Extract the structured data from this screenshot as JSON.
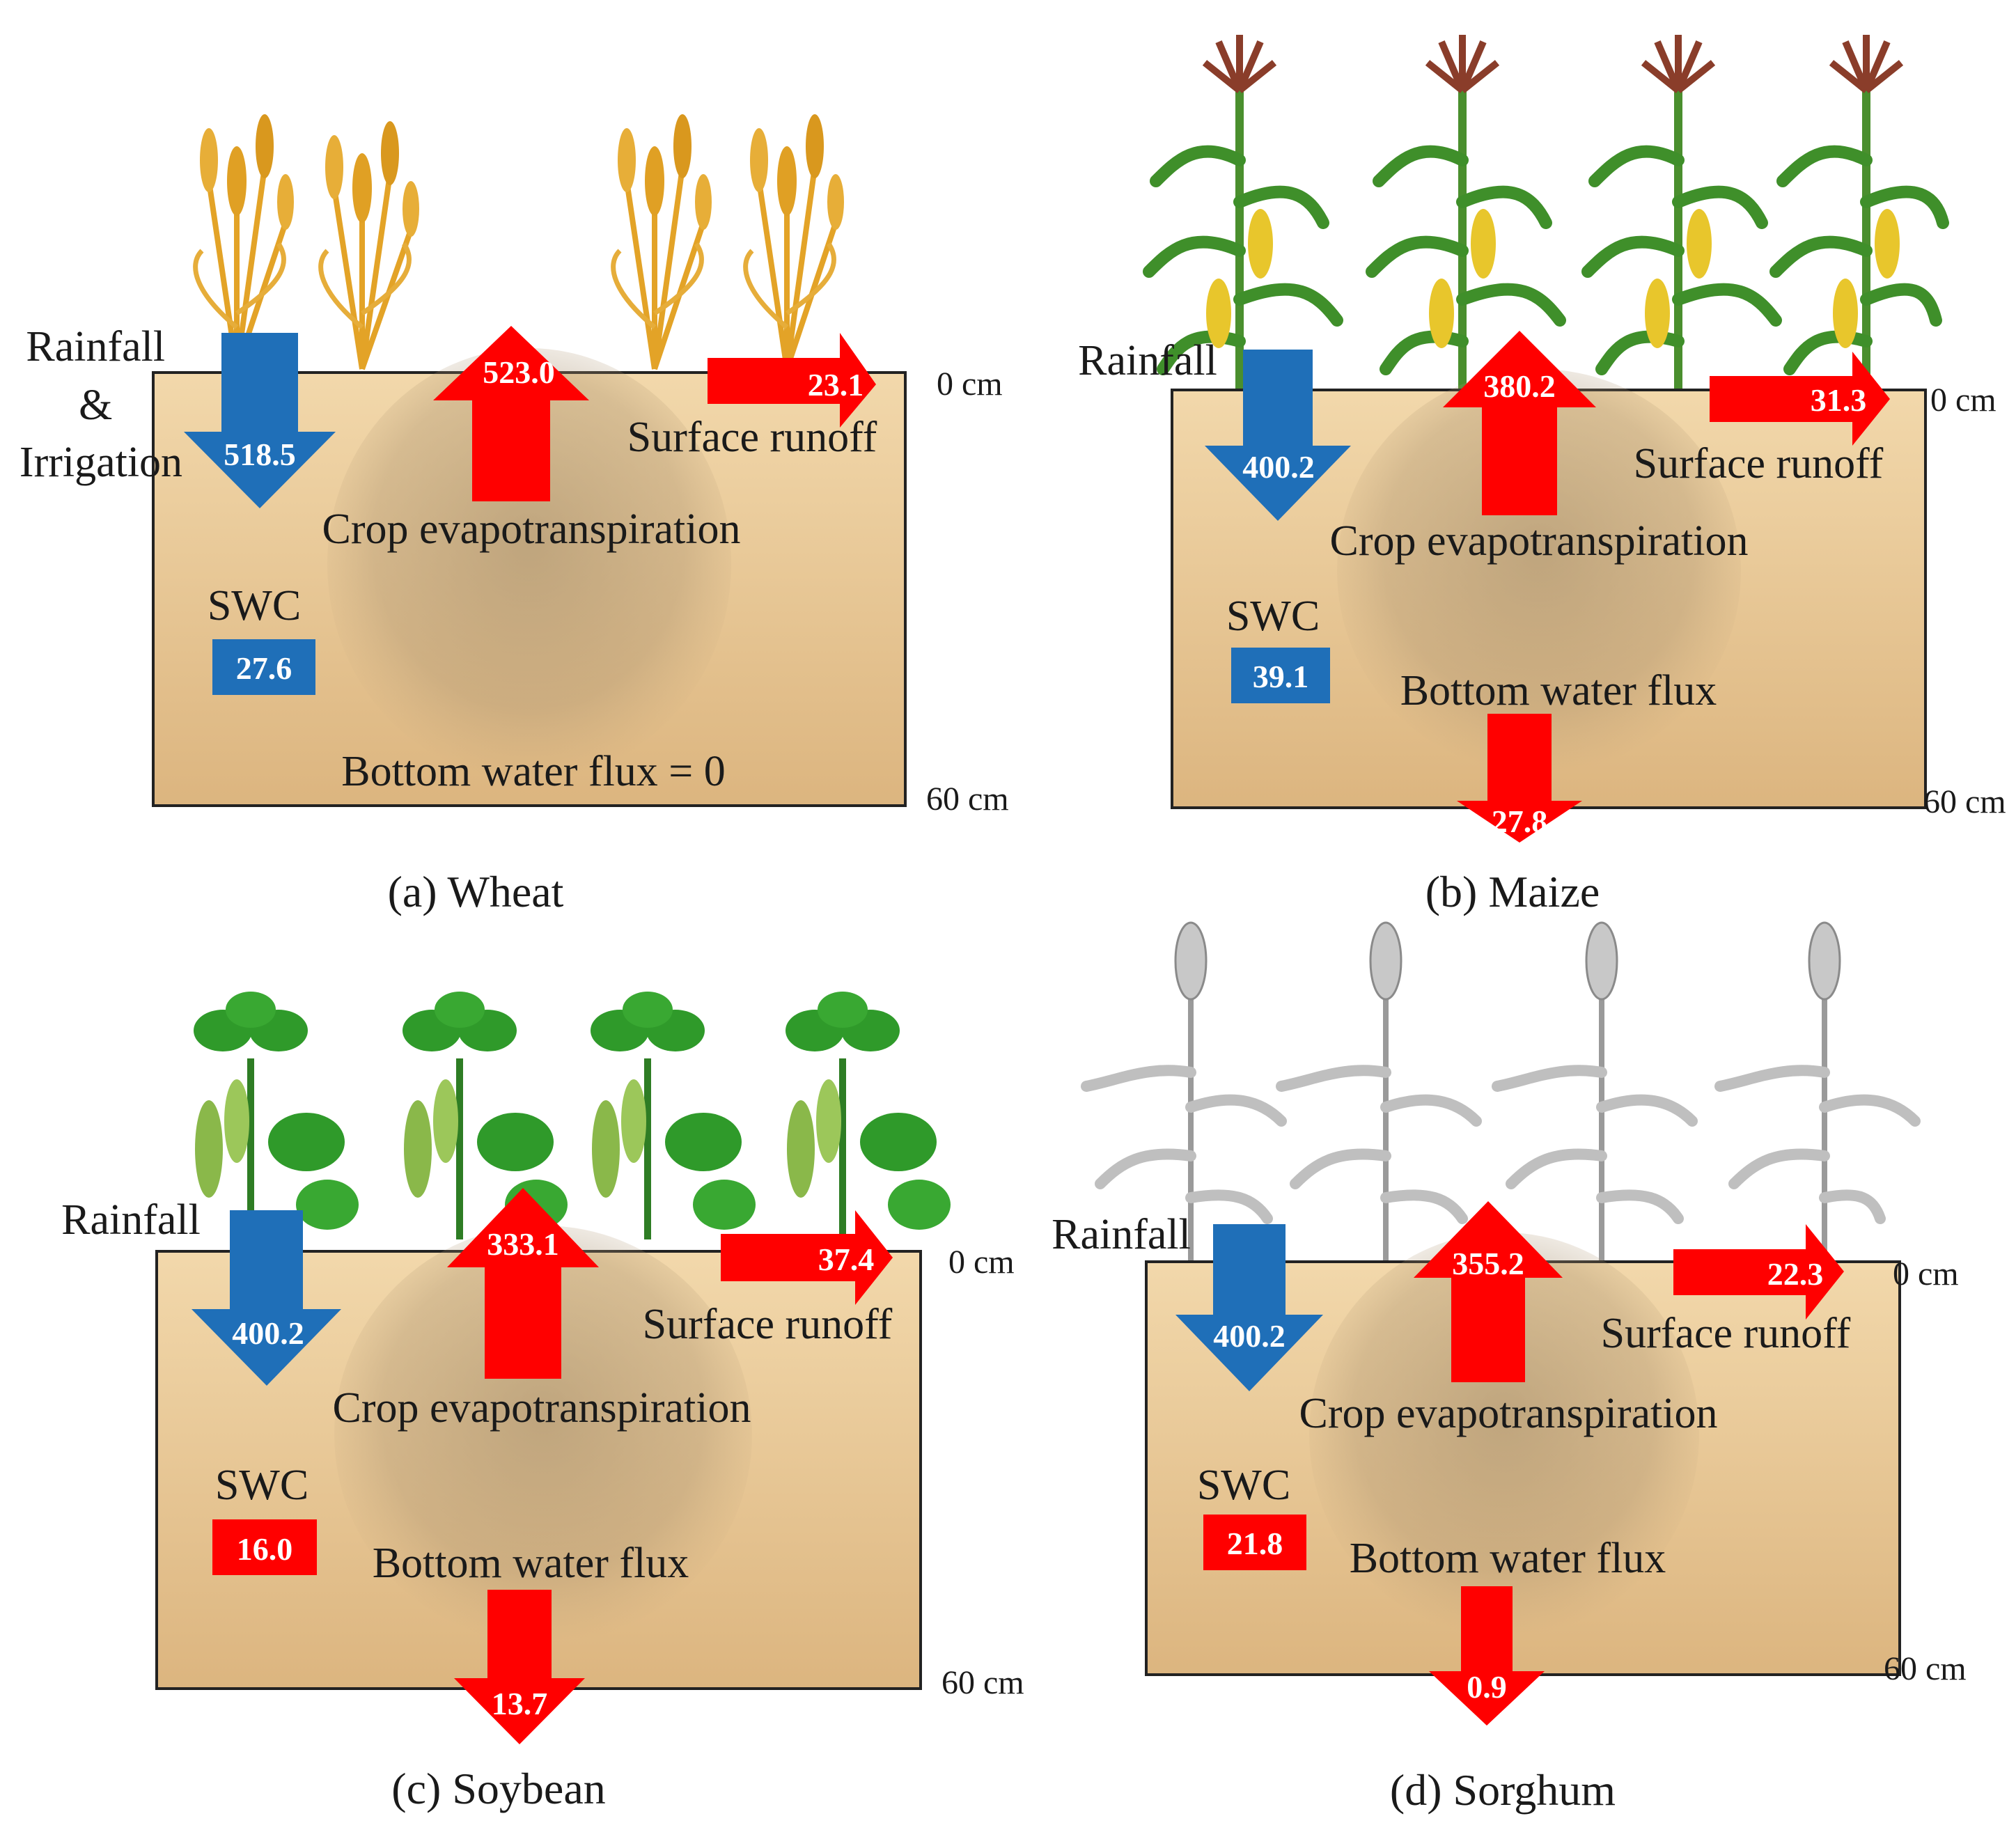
{
  "colors": {
    "blue": "#1f6fb8",
    "red": "#ff0000",
    "soil_light": "#f0d4a4",
    "soil_dark": "#d9b07a",
    "root": "#a8906e",
    "wheat": "#e3a327",
    "maize_leaf": "#3f8f2a",
    "maize_cob": "#e8c62c",
    "maize_tassel": "#8a3d2a",
    "soy_leaf": "#2f9a2a",
    "soy_pod": "#8ab84a",
    "sorghum": "#bfbfbf"
  },
  "labels": {
    "surface_runoff": "Surface runoff",
    "crop_et": "Crop evapotranspiration",
    "swc": "SWC",
    "depth_top": "0 cm",
    "depth_bottom": "60 cm"
  },
  "panels": {
    "wheat": {
      "caption": "(a) Wheat",
      "crop_icon": "wheat-plant-icon",
      "rain_lines": [
        "Rainfall",
        "&",
        "Irrigation"
      ],
      "rain": "518.5",
      "et": "523.0",
      "runoff": "23.1",
      "swc": "27.6",
      "swc_color": "blue",
      "bottom_label": "Bottom water flux = 0"
    },
    "maize": {
      "caption": "(b) Maize",
      "crop_icon": "maize-plant-icon",
      "rain_label": "Rainfall",
      "rain": "400.2",
      "et": "380.2",
      "runoff": "31.3",
      "swc": "39.1",
      "swc_color": "blue",
      "bottom_label": "Bottom water flux",
      "bottom": "27.8"
    },
    "soybean": {
      "caption": "(c) Soybean",
      "crop_icon": "soybean-plant-icon",
      "rain_label": "Rainfall",
      "rain": "400.2",
      "et": "333.1",
      "runoff": "37.4",
      "swc": "16.0",
      "swc_color": "red",
      "bottom_label": "Bottom water flux",
      "bottom": "13.7"
    },
    "sorghum": {
      "caption": "(d) Sorghum",
      "crop_icon": "sorghum-plant-icon",
      "rain_label": "Rainfall",
      "rain": "400.2",
      "et": "355.2",
      "runoff": "22.3",
      "swc": "21.8",
      "swc_color": "red",
      "bottom_label": "Bottom water flux",
      "bottom": "0.9"
    }
  }
}
